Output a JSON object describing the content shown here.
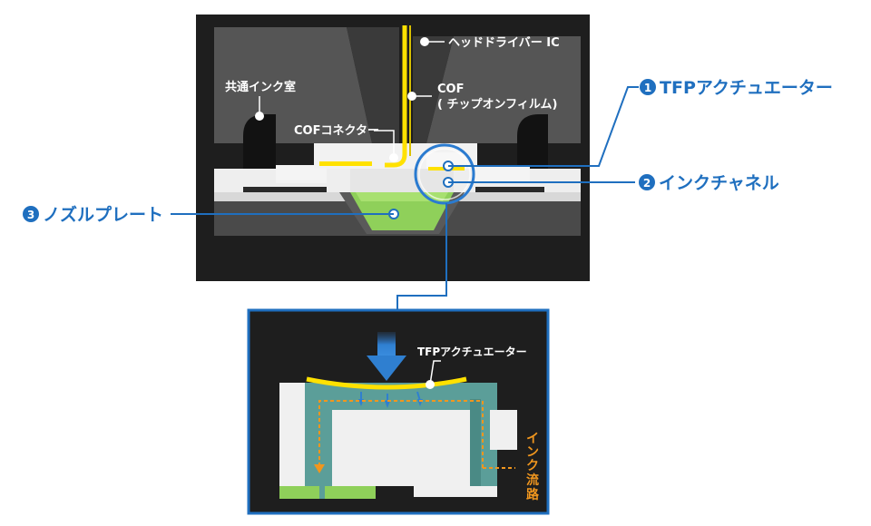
{
  "labels": {
    "head_driver_ic": "ヘッドドライバー IC",
    "cof_line1": "COF",
    "cof_line2": "( チップオンフィルム)",
    "common_ink_chamber": "共通インク室",
    "cof_connector": "COFコネクター",
    "tfp_actuator": "TFPアクチュエーター",
    "ink_channel": "インクチャネル",
    "nozzle_plate": "ノズルプレート",
    "detail_tfp_actuator": "TFPアクチュエーター",
    "ink_flow_1": "イ",
    "ink_flow_2": "ン",
    "ink_flow_3": "ク",
    "ink_flow_4": "流",
    "ink_flow_5": "路"
  },
  "callout_numbers": {
    "tfp_actuator": "1",
    "ink_channel": "2",
    "nozzle_plate": "3"
  },
  "colors": {
    "background_dark": "#1e1e1e",
    "housing_gray": "#4a4a4a",
    "callout_blue": "#1f6fbf",
    "actuator_yellow": "#ffe100",
    "nozzle_green": "#8fd05a",
    "channel_teal": "#5b9e99",
    "ink_flow_orange": "#f0961e",
    "structure_white": "#f0f0f0"
  }
}
